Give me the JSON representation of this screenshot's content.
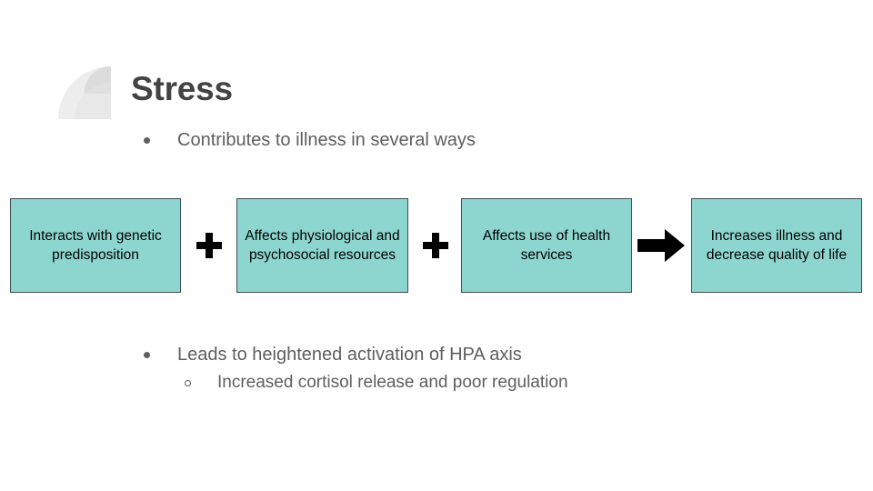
{
  "slide": {
    "title": "Stress",
    "logo_icon": "quarter-circle-logo",
    "background_color": "#ffffff",
    "title_color": "#434343"
  },
  "bullets": {
    "top": {
      "marker": "filled-disc",
      "text": "Contributes to illness in several ways"
    },
    "lower": [
      {
        "level": 1,
        "marker": "filled-disc",
        "text": "Leads to heightened activation of HPA axis"
      },
      {
        "level": 2,
        "marker": "hollow-circle",
        "text": "Increased cortisol release and poor regulation"
      }
    ]
  },
  "diagram": {
    "type": "flow",
    "box_fill_color": "#8DD6D0",
    "box_border_color": "#3d4f52",
    "connector_color": "#000000",
    "boxes": [
      {
        "id": "box-1",
        "text": "Interacts with genetic predisposition"
      },
      {
        "id": "box-2",
        "text": "Affects physiological and psychosocial resources"
      },
      {
        "id": "box-3",
        "text": "Affects use of health services"
      },
      {
        "id": "box-4",
        "text": "Increases illness and decrease quality of life"
      }
    ],
    "connectors": [
      {
        "id": "connector-1",
        "icon": "plus-icon",
        "between": "box-1 and box-2"
      },
      {
        "id": "connector-2",
        "icon": "plus-icon",
        "between": "box-2 and box-3"
      },
      {
        "id": "connector-3",
        "icon": "right-arrow-icon",
        "between": "box-3 and box-4"
      }
    ]
  }
}
